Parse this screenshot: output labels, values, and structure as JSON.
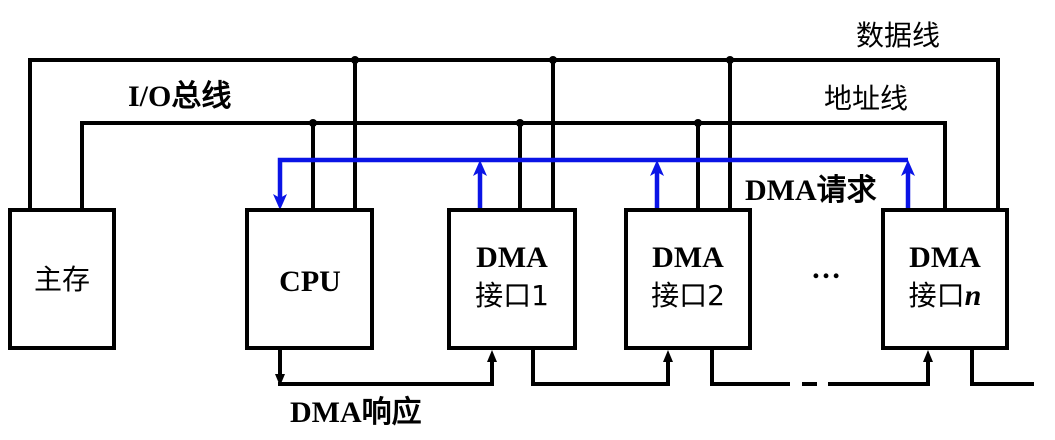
{
  "title": "DMA bus structure diagram",
  "labels": {
    "data_bus": "数据线",
    "address_bus": "地址线",
    "io_bus": "I/O总线",
    "dma_request": "DMA请求",
    "dma_response": "DMA响应",
    "ellipsis": "…"
  },
  "blocks": {
    "main_memory": "主存",
    "cpu": "CPU",
    "dma1": {
      "line1": "DMA",
      "line2": "接口1"
    },
    "dma2": {
      "line1": "DMA",
      "line2": "接口2"
    },
    "dman": {
      "line1": "DMA",
      "line2_prefix": "接口",
      "line2_var": "n"
    }
  },
  "colors": {
    "request_line": "#0a14e6",
    "wire": "#000000"
  }
}
